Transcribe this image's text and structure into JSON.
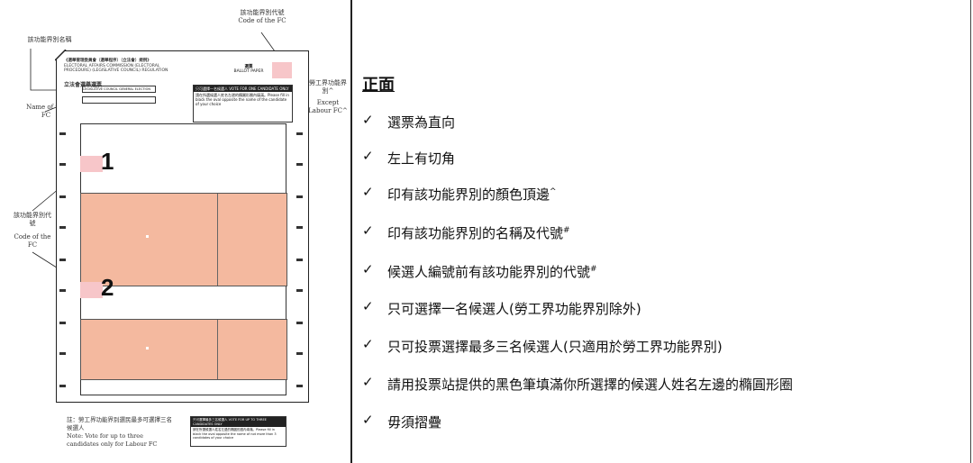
{
  "diagram": {
    "ann_fc_code_top_cn": "該功能界別代號",
    "ann_fc_code_top_en": "Code of the FC",
    "ann_fc_name_cn": "該功能界別名稱",
    "ann_fc_name_en": "Name of the FC",
    "ann_fc_code_left_cn": "該功能界別代號",
    "ann_fc_code_left_en": "Code of the FC",
    "ann_labour_cn": "勞工界功能界別^",
    "ann_labour_en": "Except Labour FC^",
    "ballot_header_line1": "《選舉管理委員會（選舉程序）（立法會）規例》",
    "ballot_header_line2": "ELECTORAL AFFAIRS COMMISSION (ELECTORAL PROCEDURE) (LEGISLATIVE COUNCIL) REGULATION",
    "ballot_title_cn": "立法會選舉選票",
    "ballot_title_en": "LEGISLATIVE COUNCIL GENERAL ELECTION",
    "ballot_label_cn": "選票",
    "ballot_label_en": "BALLOT PAPER",
    "vote_box_header": "只可選擇一名候選人 VOTE FOR ONE CANDIDATE ONLY",
    "vote_box_text": "請在所選候選人姓名左邊的橢圓形圈內填滿。Please fill in black the oval opposite the name of the candidate of your choice",
    "candidate_1": "1",
    "candidate_2": "2",
    "bottom_note_cn": "註：勞工界功能界別選民最多可選擇三名候選人",
    "bottom_note_en": "Note: Vote for up to three candidates only for Labour FC",
    "mini_box_header": "只可選擇最多三名候選人 VOTE FOR UP TO THREE CANDIDATES ONLY",
    "mini_box_text": "請在所選候選人姓名左邊的橢圓形圈內填滿。Please fill in black the oval opposite the name of not more than 3 candidates of your choice"
  },
  "checklist": {
    "heading": "正面",
    "items": [
      {
        "text": "選票為直向",
        "sup": ""
      },
      {
        "text": "左上有切角",
        "sup": ""
      },
      {
        "text": "印有該功能界別的顏色頂邊",
        "sup": "^"
      },
      {
        "text": "印有該功能界別的名稱及代號",
        "sup": "#"
      },
      {
        "text": "候選人編號前有該功能界別的代號",
        "sup": "#"
      },
      {
        "text": "只可選擇一名候選人(勞工界功能界別除外)",
        "sup": ""
      },
      {
        "text": "只可投票選擇最多三名候選人(只適用於勞工界功能界別)",
        "sup": ""
      },
      {
        "text": "請用投票站提供的黑色筆填滿你所選擇的候選人姓名左邊的橢圓形圈",
        "sup": ""
      },
      {
        "text": "毋須摺疊",
        "sup": ""
      }
    ],
    "check_glyph": "✓"
  },
  "colors": {
    "code_pink": "#f7c6c9",
    "candidate_salmon": "#f4b99f"
  }
}
